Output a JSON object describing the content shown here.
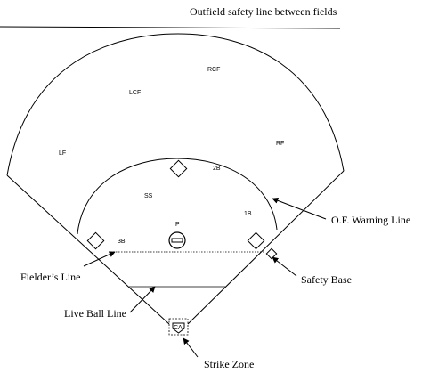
{
  "callouts": {
    "outfield_safety_line": "Outfield safety line between  fields",
    "of_warning_line": "O.F. Warning Line",
    "fielders_line": "Fielder’s Line",
    "safety_base": "Safety Base",
    "live_ball_line": "Live Ball Line",
    "strike_zone": "Strike Zone"
  },
  "positions": {
    "rcf": "RCF",
    "lcf": "LCF",
    "lf": "LF",
    "rf": "RF",
    "second_base": "2B",
    "shortstop": "SS",
    "first_base": "1B",
    "third_base": "3B",
    "pitcher": "P",
    "catcher": "CA"
  }
}
